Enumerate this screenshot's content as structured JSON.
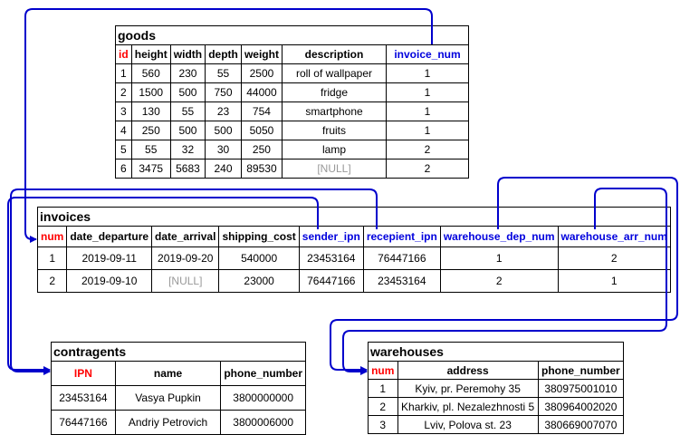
{
  "goods": {
    "title": "goods",
    "columns": [
      "id",
      "height",
      "width",
      "depth",
      "weight",
      "description",
      "invoice_num"
    ],
    "rows": [
      [
        "1",
        "560",
        "230",
        "55",
        "2500",
        "roll of wallpaper",
        "1"
      ],
      [
        "2",
        "1500",
        "500",
        "750",
        "44000",
        "fridge",
        "1"
      ],
      [
        "3",
        "130",
        "55",
        "23",
        "754",
        "smartphone",
        "1"
      ],
      [
        "4",
        "250",
        "500",
        "500",
        "5050",
        "fruits",
        "1"
      ],
      [
        "5",
        "55",
        "32",
        "30",
        "250",
        "lamp",
        "2"
      ],
      [
        "6",
        "3475",
        "5683",
        "240",
        "89530",
        "[NULL]",
        "2"
      ]
    ]
  },
  "invoices": {
    "title": "invoices",
    "columns": [
      "num",
      "date_departure",
      "date_arrival",
      "shipping_cost",
      "sender_ipn",
      "recepient_ipn",
      "warehouse_dep_num",
      "warehouse_arr_num"
    ],
    "rows": [
      [
        "1",
        "2019-09-11",
        "2019-09-20",
        "540000",
        "23453164",
        "76447166",
        "1",
        "2"
      ],
      [
        "2",
        "2019-09-10",
        "[NULL]",
        "23000",
        "76447166",
        "23453164",
        "2",
        "1"
      ]
    ]
  },
  "contragents": {
    "title": "contragents",
    "columns": [
      "IPN",
      "name",
      "phone_number"
    ],
    "rows": [
      [
        "23453164",
        "Vasya Pupkin",
        "3800000000"
      ],
      [
        "76447166",
        "Andriy Petrovich",
        "3800006000"
      ]
    ]
  },
  "warehouses": {
    "title": "warehouses",
    "columns": [
      "num",
      "address",
      "phone_number"
    ],
    "rows": [
      [
        "1",
        "Kyiv, pr. Peremohy 35",
        "380975001010"
      ],
      [
        "2",
        "Kharkiv, pl. Nezalezhnosti 5",
        "380964002020"
      ],
      [
        "3",
        "Lviv, Polova st. 23",
        "380669007070"
      ]
    ]
  },
  "colors": {
    "primary_key": "#ff0000",
    "foreign_key": "#0000dd",
    "null_value": "#999999",
    "relation_arrow": "#0000cc"
  }
}
